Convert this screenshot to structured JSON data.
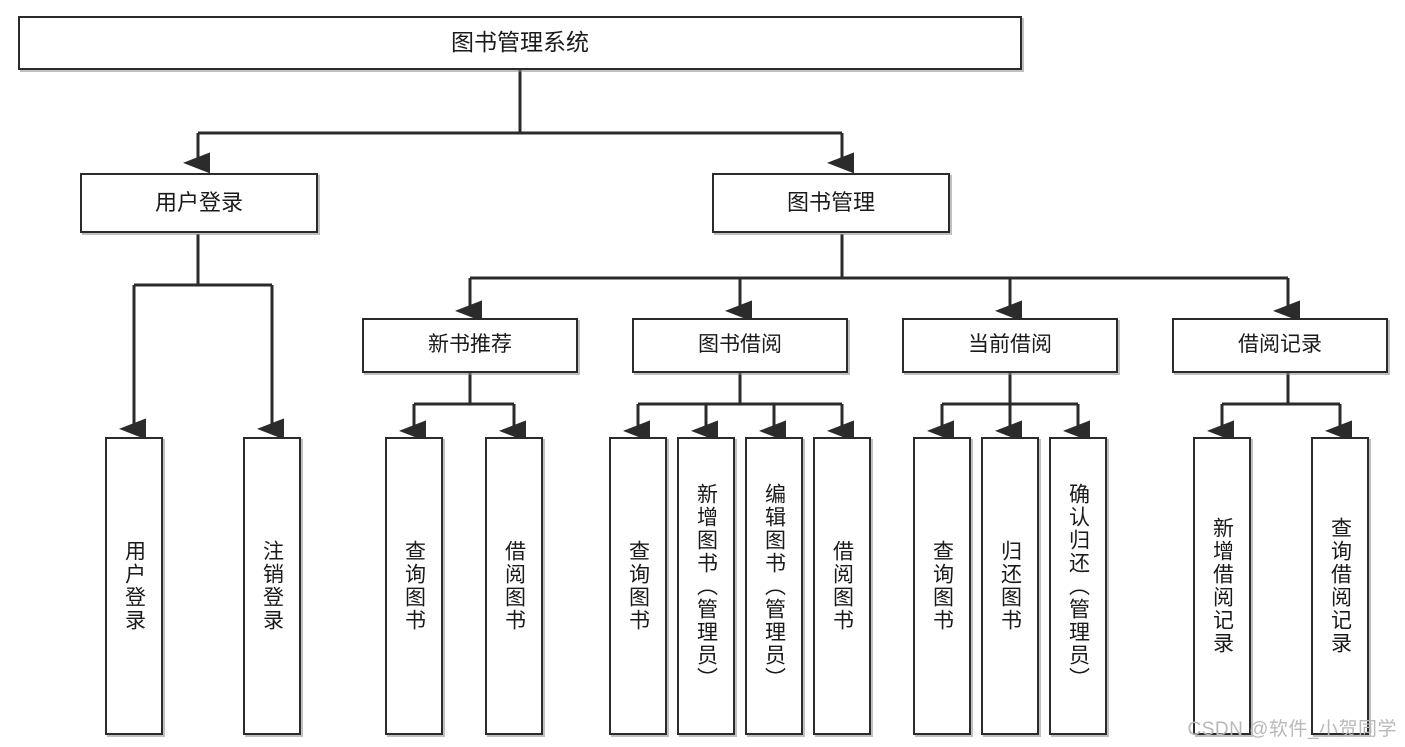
{
  "diagram": {
    "title": "图书管理系统",
    "type": "tree-hierarchy-chart",
    "background_color": "#ffffff",
    "box_border_color": "#2b2b2b",
    "connector_color": "#2b2b2b"
  },
  "nodes": {
    "root": {
      "label": "图书管理系统"
    },
    "level2": [
      {
        "id": "user-login",
        "label": "用户登录"
      },
      {
        "id": "book-management",
        "label": "图书管理"
      }
    ],
    "level3": [
      {
        "id": "new-book-recommend",
        "label": "新书推荐"
      },
      {
        "id": "book-borrow",
        "label": "图书借阅"
      },
      {
        "id": "current-borrow",
        "label": "当前借阅"
      },
      {
        "id": "borrow-record",
        "label": "借阅记录"
      }
    ],
    "leaves": [
      {
        "id": "leaf-user-login",
        "label": "用户登录",
        "parent": "user-login"
      },
      {
        "id": "leaf-logout-login",
        "label": "注销登录",
        "parent": "user-login"
      },
      {
        "id": "leaf-query-book-1",
        "label": "查询图书",
        "parent": "new-book-recommend"
      },
      {
        "id": "leaf-borrow-book-1",
        "label": "借阅图书",
        "parent": "new-book-recommend"
      },
      {
        "id": "leaf-query-book-2",
        "label": "查询图书",
        "parent": "book-borrow"
      },
      {
        "id": "leaf-add-book",
        "label": "新增图书（管理员）",
        "parent": "book-borrow"
      },
      {
        "id": "leaf-edit-book",
        "label": "编辑图书（管理员）",
        "parent": "book-borrow"
      },
      {
        "id": "leaf-borrow-book-2",
        "label": "借阅图书",
        "parent": "book-borrow"
      },
      {
        "id": "leaf-query-book-3",
        "label": "查询图书",
        "parent": "current-borrow"
      },
      {
        "id": "leaf-return-book",
        "label": "归还图书",
        "parent": "current-borrow"
      },
      {
        "id": "leaf-confirm-return",
        "label": "确认归还（管理员）",
        "parent": "current-borrow"
      },
      {
        "id": "leaf-add-record",
        "label": "新增借阅记录",
        "parent": "borrow-record"
      },
      {
        "id": "leaf-query-record",
        "label": "查询借阅记录",
        "parent": "borrow-record"
      }
    ]
  },
  "watermark": {
    "text": "CSDN @软件_小贺同学"
  }
}
